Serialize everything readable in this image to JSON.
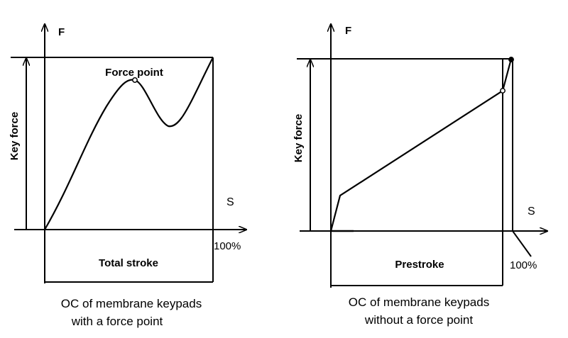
{
  "left_diagram": {
    "f_axis_label": "F",
    "y_label": "Key force",
    "s_axis_label": "S",
    "curve_label": "Force point",
    "percent_label": "100%",
    "span_label": "Total stroke",
    "caption_line1": "OC of membrane keypads",
    "caption_line2": "with a force point"
  },
  "right_diagram": {
    "f_axis_label": "F",
    "y_label": "Key force",
    "s_axis_label": "S",
    "percent_label": "100%",
    "span_label": "Prestroke",
    "caption_line1": "OC of membrane keypads",
    "caption_line2": "without a force point"
  }
}
